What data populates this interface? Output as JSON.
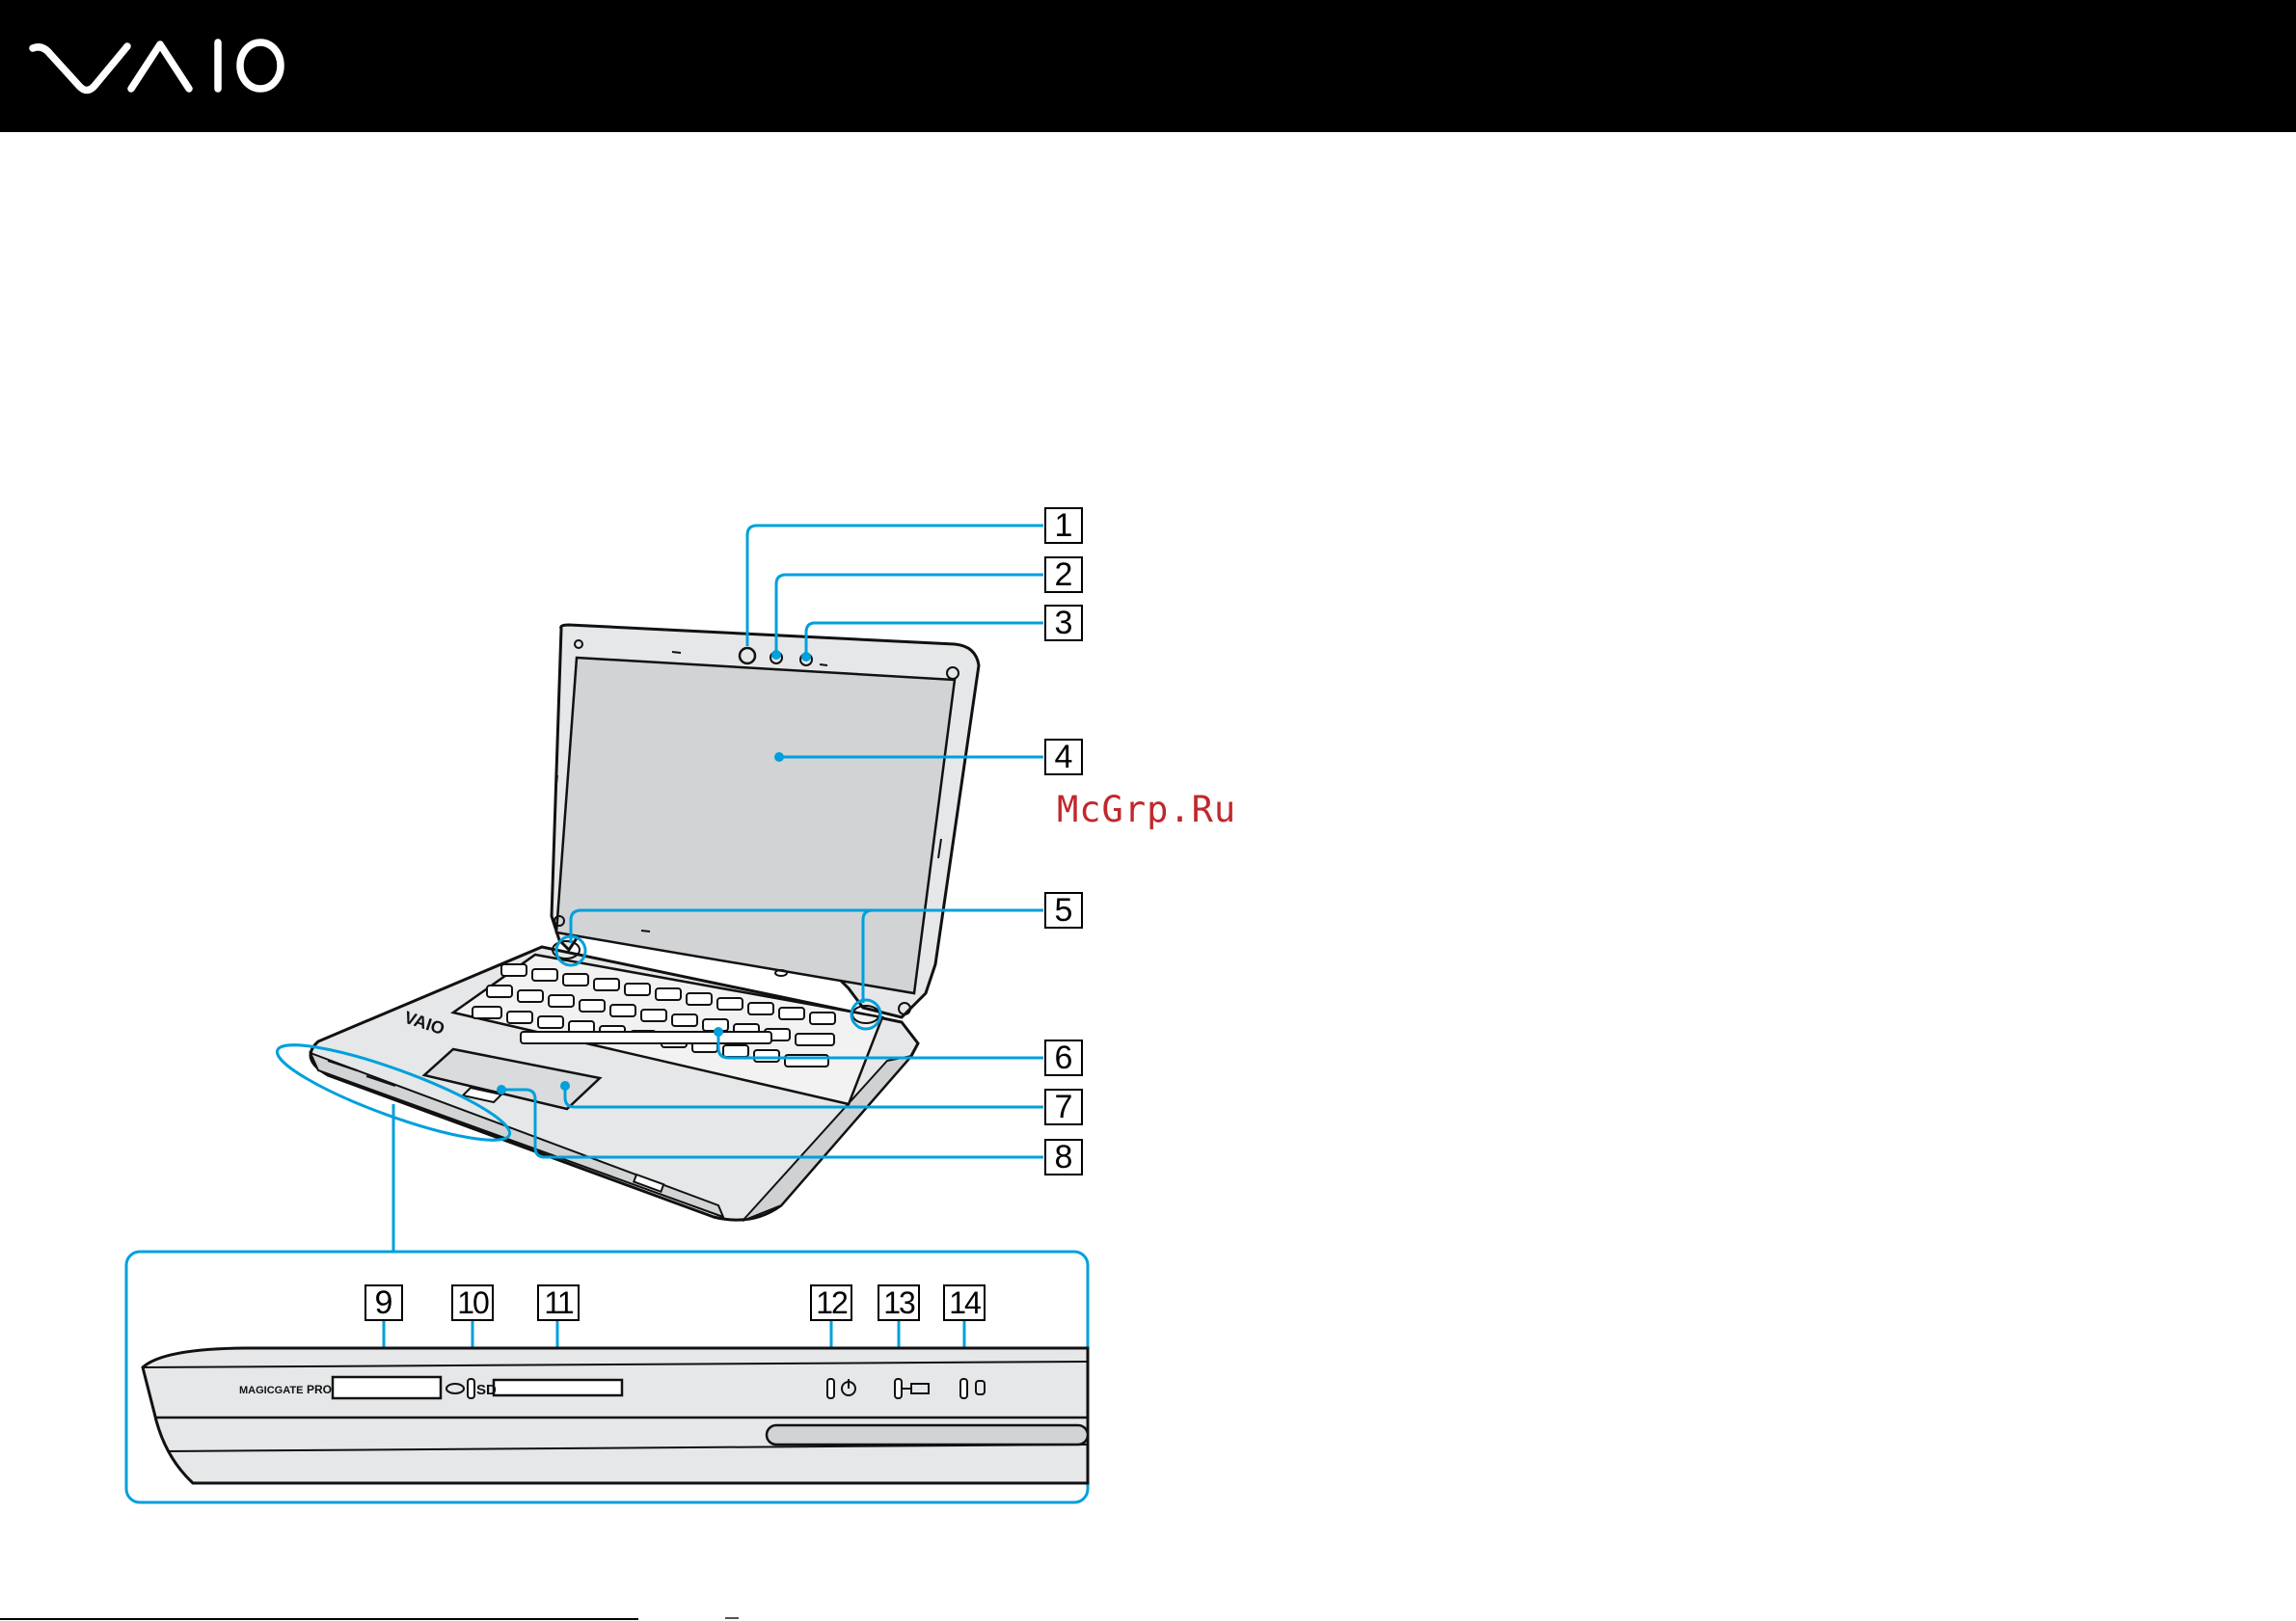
{
  "brand": {
    "logo_text": "VAIO",
    "header_color": "#000000",
    "accent": "#00a0dc"
  },
  "figure": {
    "callouts": {
      "c1": "1",
      "c2": "2",
      "c3": "3",
      "c4": "4",
      "c5": "5",
      "c6": "6",
      "c7": "7",
      "c8": "8",
      "c9": "9",
      "c10": "10",
      "c11": "11",
      "c12": "12",
      "c13": "13",
      "c14": "14"
    },
    "panel_labels": {
      "magicgate": "MAGICGATE",
      "pro": "PRO",
      "sd": "SD"
    }
  },
  "watermark": "McGrp.Ru"
}
